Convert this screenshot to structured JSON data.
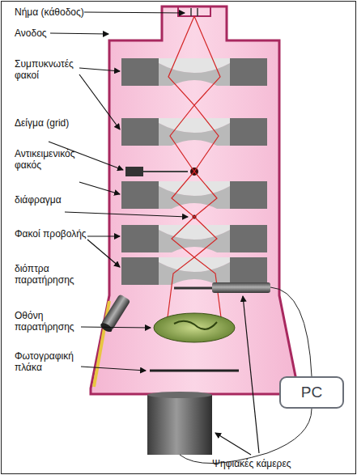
{
  "diagram": {
    "nodes": [
      {
        "text": [
          "PC"
        ]
      }
    ],
    "labels": [
      "Νήμα (κάθοδος)",
      "Ανοδος",
      "Συμπυκνωτές φακοί",
      "Δείγμα (grid)",
      "Αντικειμενικός φακός",
      "διάφραγμα",
      "Φακοί προβολής",
      "διόπτρα παρατήρησης",
      "Οθόνη παρατήρησης",
      "Φωτογραφική πλάκα",
      "Ψηφιακές κάμερες"
    ]
  }
}
